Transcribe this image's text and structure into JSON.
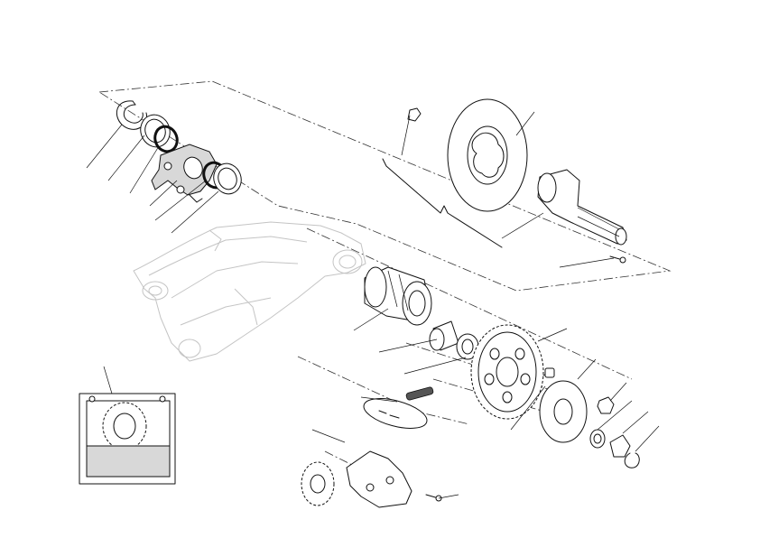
{
  "diagram": {
    "type": "exploded-parts-view",
    "line_color": "#111111",
    "ghost_color": "#c4c4c4",
    "background": "#ffffff",
    "parts": [
      "circlip",
      "spacer-ring",
      "o-ring",
      "caliper-bracket",
      "o-ring",
      "spacer-ring",
      "swingarm",
      "eccentric-hub",
      "brake-disc",
      "brake-disc-screw",
      "rear-axle-shaft",
      "axle-screw",
      "bearing",
      "spacer",
      "rear-sprocket",
      "chain-link",
      "chain-link-kit",
      "sprocket-flange",
      "flange-stud",
      "nut",
      "washer",
      "wheel-nut",
      "snap-ring",
      "front-sprocket",
      "sprocket-cover",
      "cover-screw",
      "sprocket-detail-inset"
    ]
  }
}
